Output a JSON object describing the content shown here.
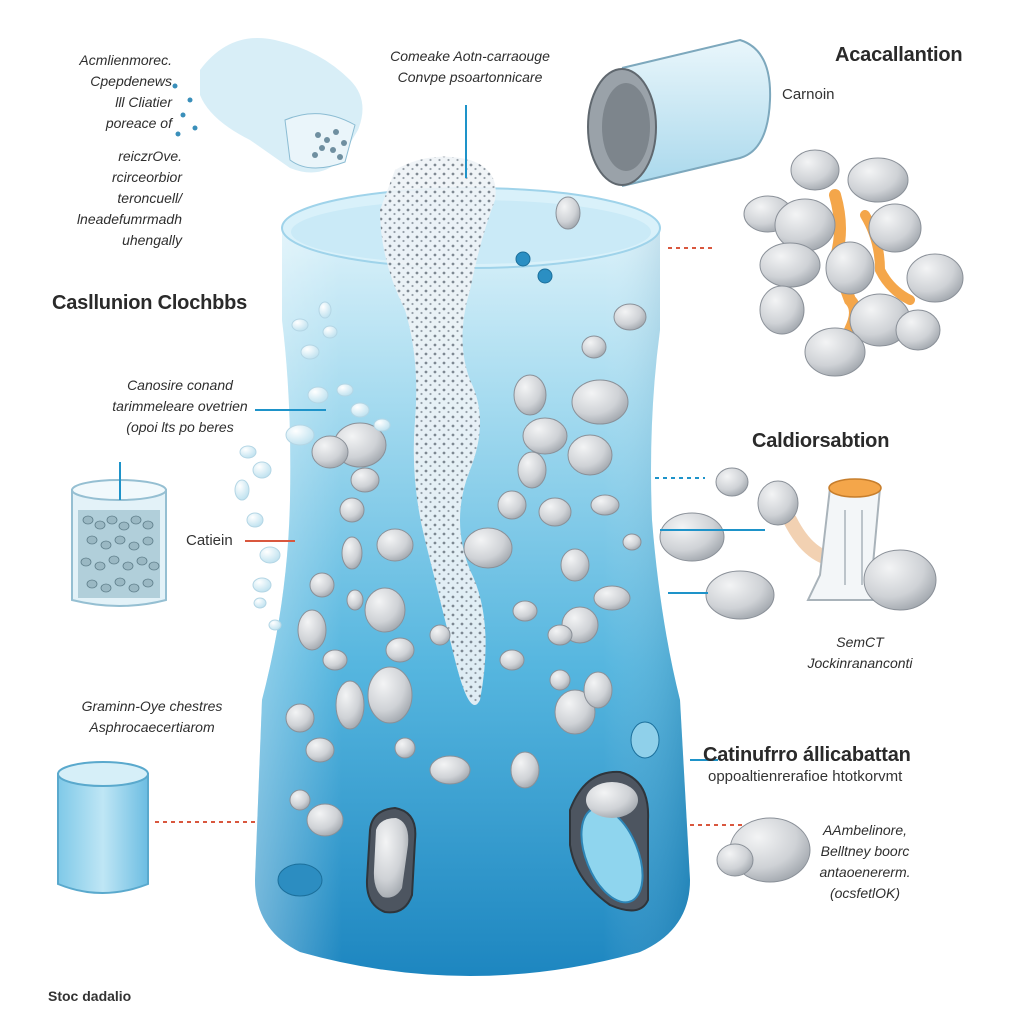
{
  "labels": {
    "top_left": [
      "Acmlienmorec.",
      "Cpepdenews",
      "lll Cliatier",
      "poreace of"
    ],
    "mid_left": [
      "reiczrOve.",
      "rcirceorbior",
      "teroncuell/",
      "lneadefumrmadh",
      "uhengally"
    ],
    "top_center": [
      "Comeake Aotn-carraouge",
      "Convpe psoartonnicare"
    ],
    "reaction_left": [
      "Canosire conand",
      "tarimmeleare ovetrien",
      "(opoi lts po beres"
    ],
    "cation_small": "Catiein",
    "sample_left": [
      "Graminn-Oye chestres",
      "Asphrocaecertiarom"
    ],
    "camion": "Carnoin",
    "semct": [
      "SemCT",
      "Jockinrananconti"
    ],
    "description_right": [
      "AAmbelinore,",
      "Belltney boorc",
      "antaoenererm.",
      "(ocsfetlOK)"
    ],
    "subtitle_bottom": "oppoaltienrerafioe htotkorvmt"
  },
  "headings": {
    "top_right": "Acacallantion",
    "left": "Casllunion Clochbbs",
    "right": "Caldiorsabtion",
    "bottom_right": "Catinufrro állicabattan",
    "footer": "Stoc dadalio"
  },
  "colors": {
    "water_light": "#d6eff8",
    "water_mid": "#6ec3e4",
    "water_deep": "#1f8fc4",
    "pebble": "#cfd2d6",
    "pebble_shadow": "#9da3aa",
    "leader_blue": "#1e93c9",
    "leader_red": "#d9573e",
    "accent_orange": "#f4a64a"
  }
}
